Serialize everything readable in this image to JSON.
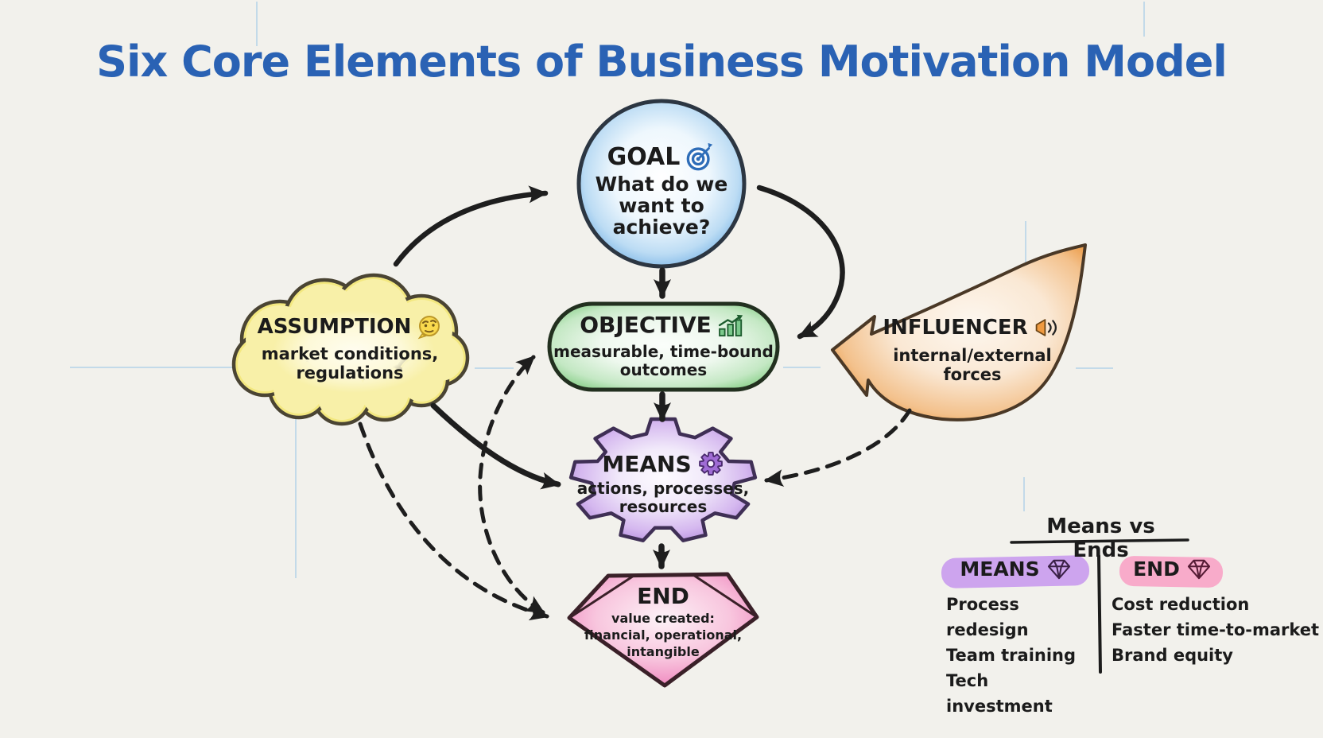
{
  "title": "Six Core Elements of Business Motivation Model",
  "nodes": {
    "goal": {
      "label": "GOAL",
      "description": "What do we\nwant to\nachieve?",
      "icon": "target-icon",
      "accent": "#4a90d9"
    },
    "objective": {
      "label": "OBJECTIVE",
      "description": "measurable, time-bound\noutcomes",
      "icon": "growth-chart-icon",
      "accent": "#6cbf6c"
    },
    "means": {
      "label": "MEANS",
      "description": "actions, processes,\nresources",
      "icon": "gear-icon",
      "accent": "#a06cd5"
    },
    "end": {
      "label": "END",
      "description": "value created:\nfinancial, operational,\nintangible",
      "icon": "gem-shape",
      "accent": "#ef86bd"
    },
    "assumption": {
      "label": "ASSUMPTION",
      "description": "market conditions,\nregulations",
      "icon": "thinking-face-icon",
      "accent": "#f3e87f"
    },
    "influencer": {
      "label": "INFLUENCER",
      "description": "internal/external\nforces",
      "icon": "megaphone-icon",
      "accent": "#efa252"
    }
  },
  "comparison": {
    "title": "Means vs Ends",
    "columns": [
      {
        "header": "MEANS",
        "icon": "gem-outline-icon",
        "highlight_color": "#cda4ee",
        "items": [
          "Process redesign",
          "Team training",
          "Tech investment"
        ]
      },
      {
        "header": "END",
        "icon": "gem-outline-icon",
        "highlight_color": "#f8abca",
        "items": [
          "Cost reduction",
          "Faster time-to-market",
          "Brand equity"
        ]
      }
    ]
  },
  "colors": {
    "background": "#f2f1ec",
    "title": "#2a62b4",
    "arrow": "#1e1e1e",
    "guide_line": "#9ec8e8"
  }
}
